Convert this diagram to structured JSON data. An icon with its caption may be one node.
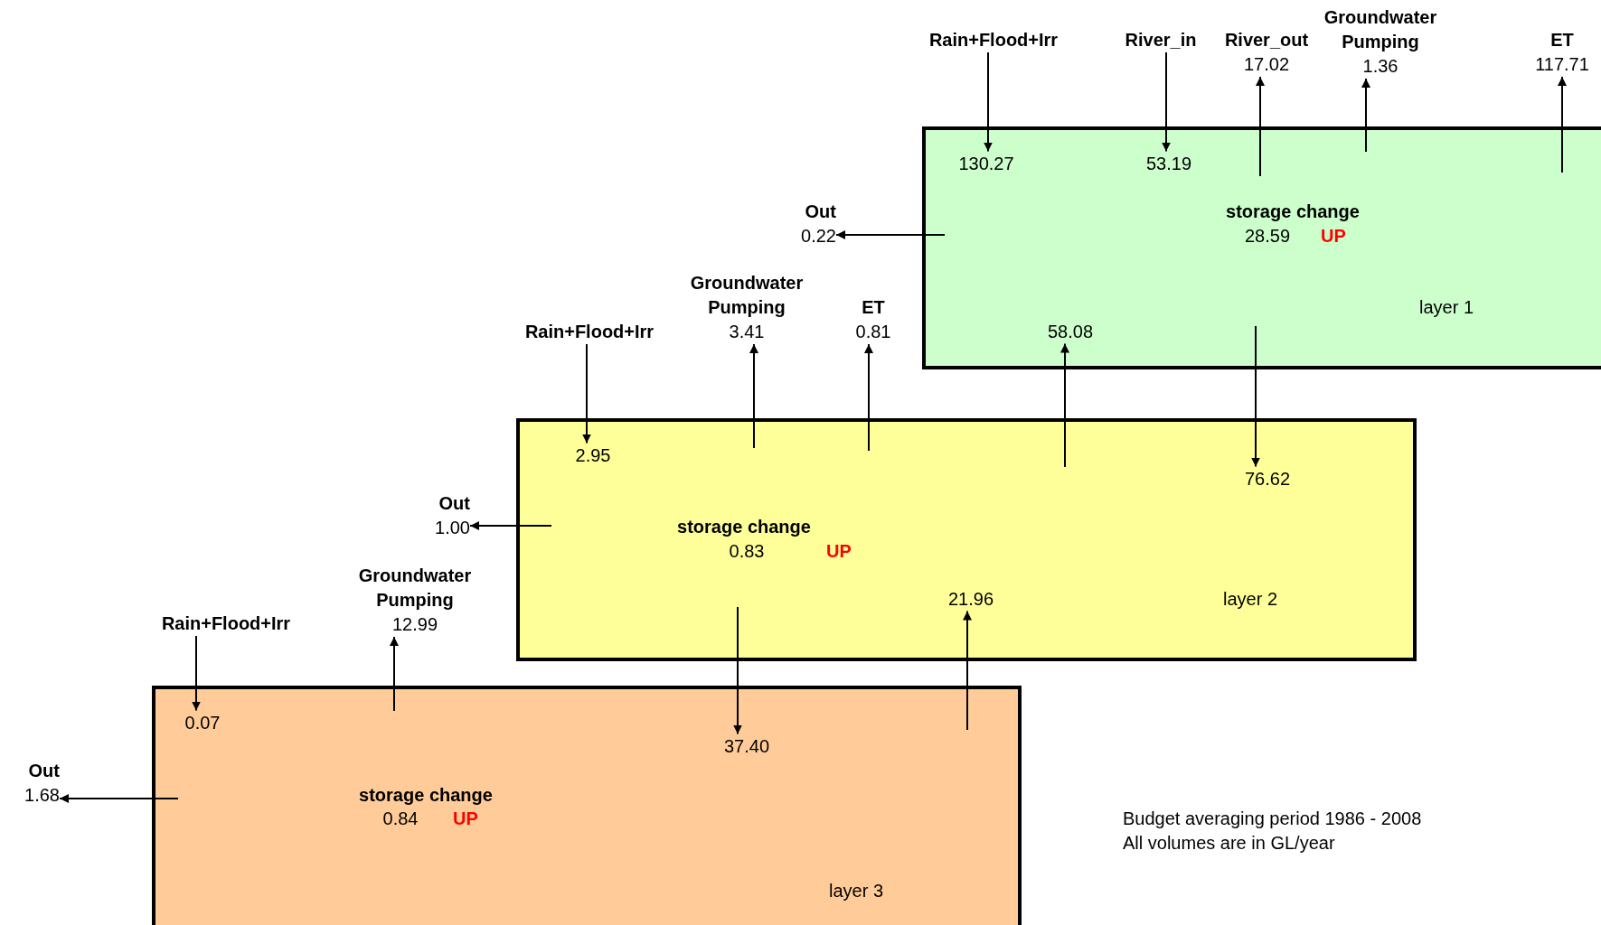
{
  "diagram": {
    "nodes": [
      {
        "text": [
          "storage change",
          "28.59",
          "UP",
          "layer 1"
        ]
      },
      {
        "text": [
          "130.27"
        ],
        "in": 0
      },
      {
        "text": [
          "53.19"
        ],
        "in": 0
      },
      {
        "text": [
          "58.08"
        ],
        "in": 0
      },
      {
        "text": [
          "storage change",
          "0.83",
          "UP",
          "layer 2"
        ]
      },
      {
        "text": [
          "2.95"
        ],
        "in": 4
      },
      {
        "text": [
          "76.62"
        ],
        "in": 4
      },
      {
        "text": [
          "21.96"
        ],
        "in": 4
      },
      {
        "text": [
          "storage change",
          "0.84",
          "UP",
          "layer 3"
        ]
      },
      {
        "text": [
          "0.07"
        ],
        "in": 8
      },
      {
        "text": [
          "37.40"
        ],
        "in": 8
      },
      {
        "text": [
          "Rain+Flood+Irr"
        ]
      },
      {
        "text": [
          "River_in"
        ]
      },
      {
        "text": [
          "River_out",
          "17.02"
        ]
      },
      {
        "text": [
          "Groundwater Pumping",
          "1.36"
        ]
      },
      {
        "text": [
          "ET",
          "117.71"
        ]
      },
      {
        "text": [
          "Out",
          "0.22"
        ]
      },
      {
        "text": [
          "Rain+Flood+Irr"
        ]
      },
      {
        "text": [
          "Groundwater Pumping",
          "3.41"
        ]
      },
      {
        "text": [
          "ET",
          "0.81"
        ]
      },
      {
        "text": [
          "Out",
          "1.00"
        ]
      },
      {
        "text": [
          "Rain+Flood+Irr"
        ]
      },
      {
        "text": [
          "Groundwater Pumping",
          "12.99"
        ]
      },
      {
        "text": [
          "Out",
          "1.68"
        ]
      }
    ],
    "edges": [
      {
        "from": 11,
        "to": 1,
        "arrow": "to"
      },
      {
        "from": 12,
        "to": 2,
        "arrow": "to"
      },
      {
        "from": null,
        "to": 13,
        "arrow": "to"
      },
      {
        "from": null,
        "to": 14,
        "arrow": "to"
      },
      {
        "from": null,
        "to": 15,
        "arrow": "to"
      },
      {
        "from": null,
        "to": 16,
        "arrow": "to"
      },
      {
        "from": null,
        "to": 3,
        "arrow": "to"
      },
      {
        "from": null,
        "to": 6,
        "arrow": "to"
      },
      {
        "from": 17,
        "to": 5,
        "arrow": "to"
      },
      {
        "from": null,
        "to": 18,
        "arrow": "to"
      },
      {
        "from": null,
        "to": 19,
        "arrow": "to"
      },
      {
        "from": null,
        "to": 20,
        "arrow": "to"
      },
      {
        "from": null,
        "to": 10,
        "arrow": "to"
      },
      {
        "from": null,
        "to": 7,
        "arrow": "to"
      },
      {
        "from": 21,
        "to": 9,
        "arrow": "to"
      },
      {
        "from": null,
        "to": 22,
        "arrow": "to"
      },
      {
        "from": null,
        "to": 23,
        "arrow": "to"
      }
    ],
    "labels": [
      "Budget averaging period 1986 - 2008",
      "All volumes are in GL/year"
    ]
  }
}
